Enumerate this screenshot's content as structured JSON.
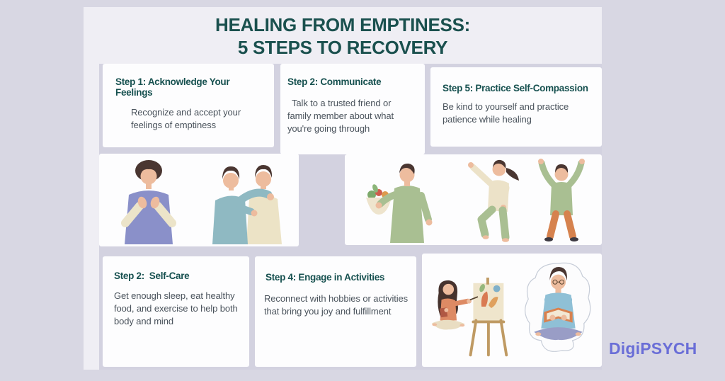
{
  "title": {
    "line1": "HEALING FROM EMPTINESS:",
    "line2": "5 STEPS TO RECOVERY"
  },
  "cards": {
    "step1": {
      "heading": "Step 1: Acknowledge Your Feelings",
      "body": "Recognize and accept your feelings of emptiness"
    },
    "step2": {
      "heading": "Step 2: Communicate",
      "body": "Talk to a trusted friend or family member about what you're going through"
    },
    "step5": {
      "heading": "Step 5: Practice Self-Compassion",
      "body": "Be kind to yourself and practice patience while healing"
    },
    "selfcare": {
      "heading": "Step 2:  Self-Care",
      "body": "Get enough sleep, eat healthy food, and exercise to help both body and mind"
    },
    "step4": {
      "heading": "Step 4: Engage in Activities",
      "body": "Reconnect with hobbies or activities that bring you joy and fulfillment"
    }
  },
  "illustrations": {
    "acknowledge": "person-hands-on-chest",
    "communicate": "two-people-comforting",
    "selfcare_food": "person-holding-vegetable-basket",
    "selfcare_balance": "person-balance-exercise",
    "selfcare_stretch": "person-stretching-arms-up",
    "activity_paint": "woman-painting-at-easel",
    "activity_read": "person-reading-book-cross-legged"
  },
  "brand": {
    "name": "DigiPSYCH"
  },
  "colors": {
    "background": "#d8d7e3",
    "canvas": "#efeef4",
    "card": "#fdfdfe",
    "gap": "#d3d2e0",
    "title_teal": "#1a504e",
    "heading_teal": "#175150",
    "body_gray": "#4a535c",
    "brand_periwinkle": "#6a6ed7",
    "sweater_purple": "#8a90c9",
    "sweater_teal": "#8fb9c2",
    "sweater_cream": "#ece3c6",
    "sweater_green": "#a9bf92",
    "pants_orange": "#d6824e",
    "top_coral": "#dd8a64",
    "top_blue": "#8fc0d6",
    "pants_purple": "#999dc6",
    "skin": "#edbc9e",
    "hair_brown": "#4a3631"
  }
}
